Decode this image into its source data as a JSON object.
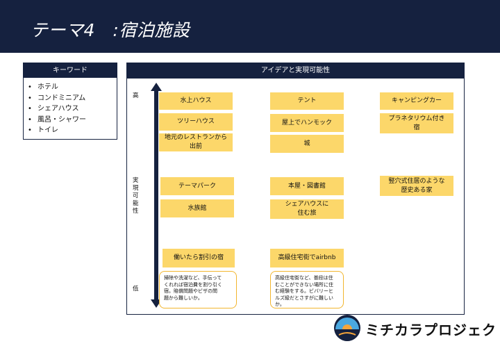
{
  "header": {
    "title": "テーマ4　:宿泊施設",
    "bg_color": "#15213f"
  },
  "keywords": {
    "title": "キーワード",
    "items": [
      "ホテル",
      "コンドミニアム",
      "シェアハウス",
      "風呂・シャワー",
      "トイレ"
    ]
  },
  "ideas": {
    "title": "アイデアと実現可能性",
    "axis": {
      "top": "高",
      "middle": "実\n現\n可\n能\n性",
      "bottom": "低"
    },
    "cards": {
      "c1": "水上ハウス",
      "c2": "ツリーハウス",
      "c3": "地元のレストランから\n出前",
      "c4": "テント",
      "c5": "屋上でハンモック",
      "c6": "城",
      "c7": "キャンピングカー",
      "c8": "プラネタリウム付き\n宿",
      "c9": "テーマパーク",
      "c10": "水族館",
      "c11": "本屋・図書館",
      "c12": "シェアハウスに\n住む旅",
      "c13": "竪穴式住居のような\n歴史ある家",
      "c14": "働いたら割引の宿",
      "c15": "高級住宅街でairbnb"
    },
    "notes": {
      "n1": "掃除や洗濯など、手伝って\nくれれば宿泊費を割り引く\n宿。賠償問題やビザの問\n題から難しいか。",
      "n2": "高級住宅街など、普段は住\nむことができない場所に住\nむ経験をする。ビバリーヒ\nルズ級だとさすがに難しい\nか。"
    },
    "card_color": "#fcd76a",
    "note_border_color": "#f2b52d"
  },
  "logo": {
    "text": "ミチカラプロジェクト",
    "icon": "sunrise-circle-icon"
  }
}
